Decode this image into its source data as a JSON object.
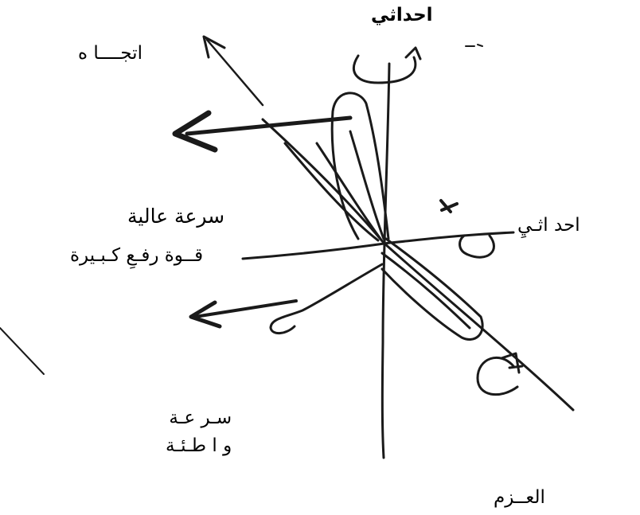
{
  "labels": {
    "axis_top": "احداثي",
    "direction": "اتجــــا ه",
    "axis_right": "احد اثـيِ",
    "high_speed": "سرعة عالية",
    "high_lift": "قــوة رفـعِ كـبـيرة",
    "low_speed": "سـر عـة\nو ا طـئـة",
    "moment": "العــزم"
  },
  "colors": {
    "ink": "#1a1a1a",
    "background": "#ffffff"
  }
}
